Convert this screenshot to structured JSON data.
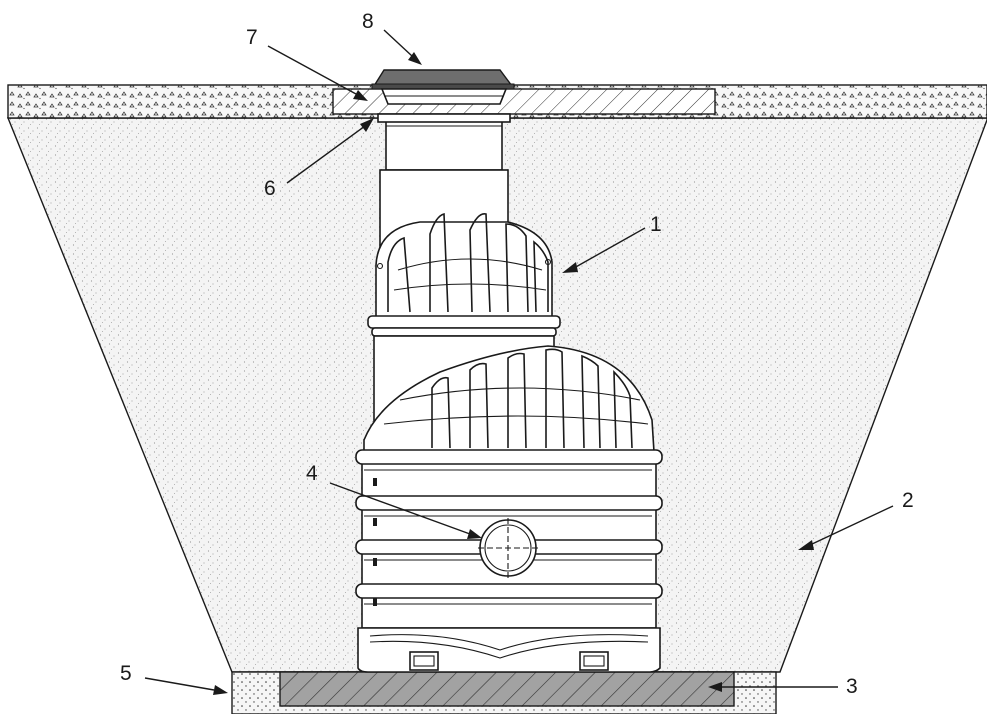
{
  "callouts": {
    "c1": "1",
    "c2": "2",
    "c3": "3",
    "c4": "4",
    "c5": "5",
    "c6": "6",
    "c7": "7",
    "c8": "8"
  },
  "colors": {
    "ink": "#1a1a1a",
    "sand": "#f3f3f3",
    "lid": "#6e6e6e",
    "concrete": "#9a9a9a"
  }
}
